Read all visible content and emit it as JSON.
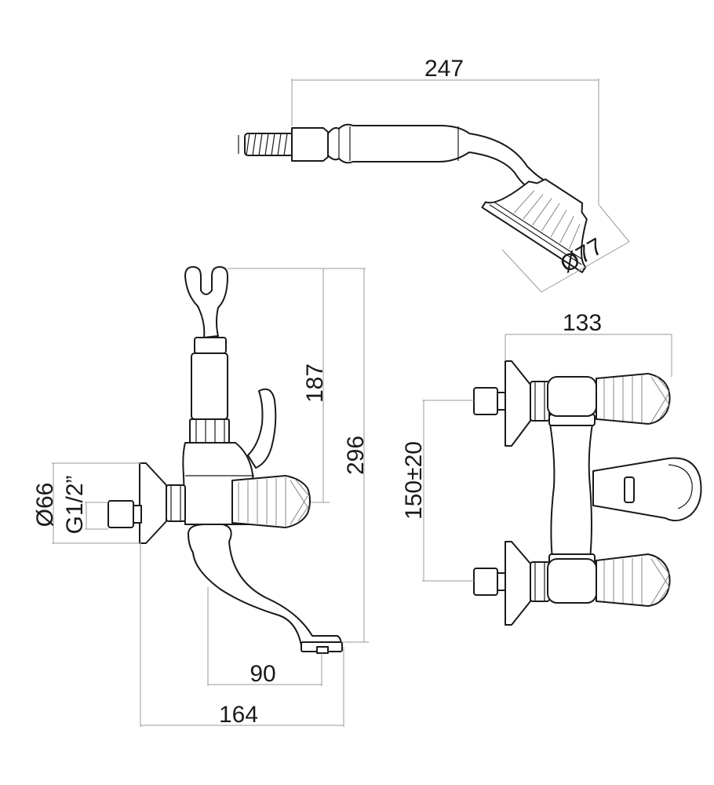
{
  "dimensions": {
    "hand_shower_length": "247",
    "hand_shower_head_diameter": "Ø77",
    "mixer_width": "133",
    "inlet_centers": "150±20",
    "holder_height": "187",
    "overall_height": "296",
    "flange_diameter": "Ø66",
    "inlet_thread": "G1/2”",
    "spout_projection": "90",
    "overall_depth": "164"
  },
  "colors": {
    "line": "#1a1a1a",
    "dimension_line": "#9a9a9a",
    "background": "#ffffff"
  }
}
